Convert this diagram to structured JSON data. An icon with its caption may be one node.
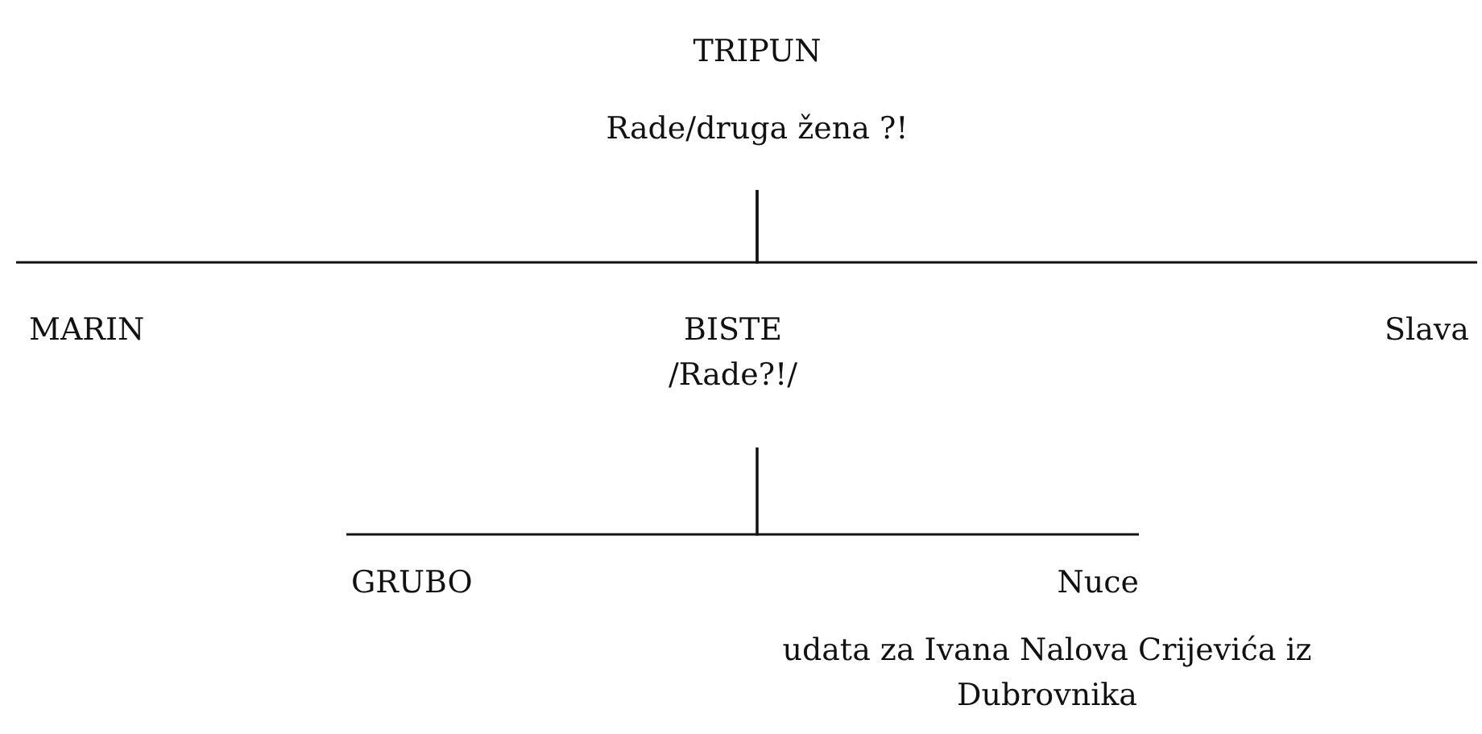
{
  "diagram": {
    "nodes": [
      {
        "text": [
          "TRIPUN",
          "Rade/druga žena ?!"
        ]
      },
      {
        "text": [
          "MARIN"
        ]
      },
      {
        "text": [
          "BISTE",
          "/Rade?!/"
        ]
      },
      {
        "text": [
          "Slava"
        ]
      },
      {
        "text": [
          "GRUBO"
        ]
      },
      {
        "text": [
          "Nuce"
        ],
        "beside": [
          "udata za Ivana Nalova Crijevića iz Dubrovnika"
        ]
      }
    ],
    "edges": [
      {
        "from": 0,
        "to": 1,
        "arrow": "none"
      },
      {
        "from": 0,
        "to": 2,
        "arrow": "none"
      },
      {
        "from": 0,
        "to": 3,
        "arrow": "none"
      },
      {
        "from": 2,
        "to": 4,
        "arrow": "none"
      },
      {
        "from": 2,
        "to": 5,
        "arrow": "none"
      }
    ]
  }
}
